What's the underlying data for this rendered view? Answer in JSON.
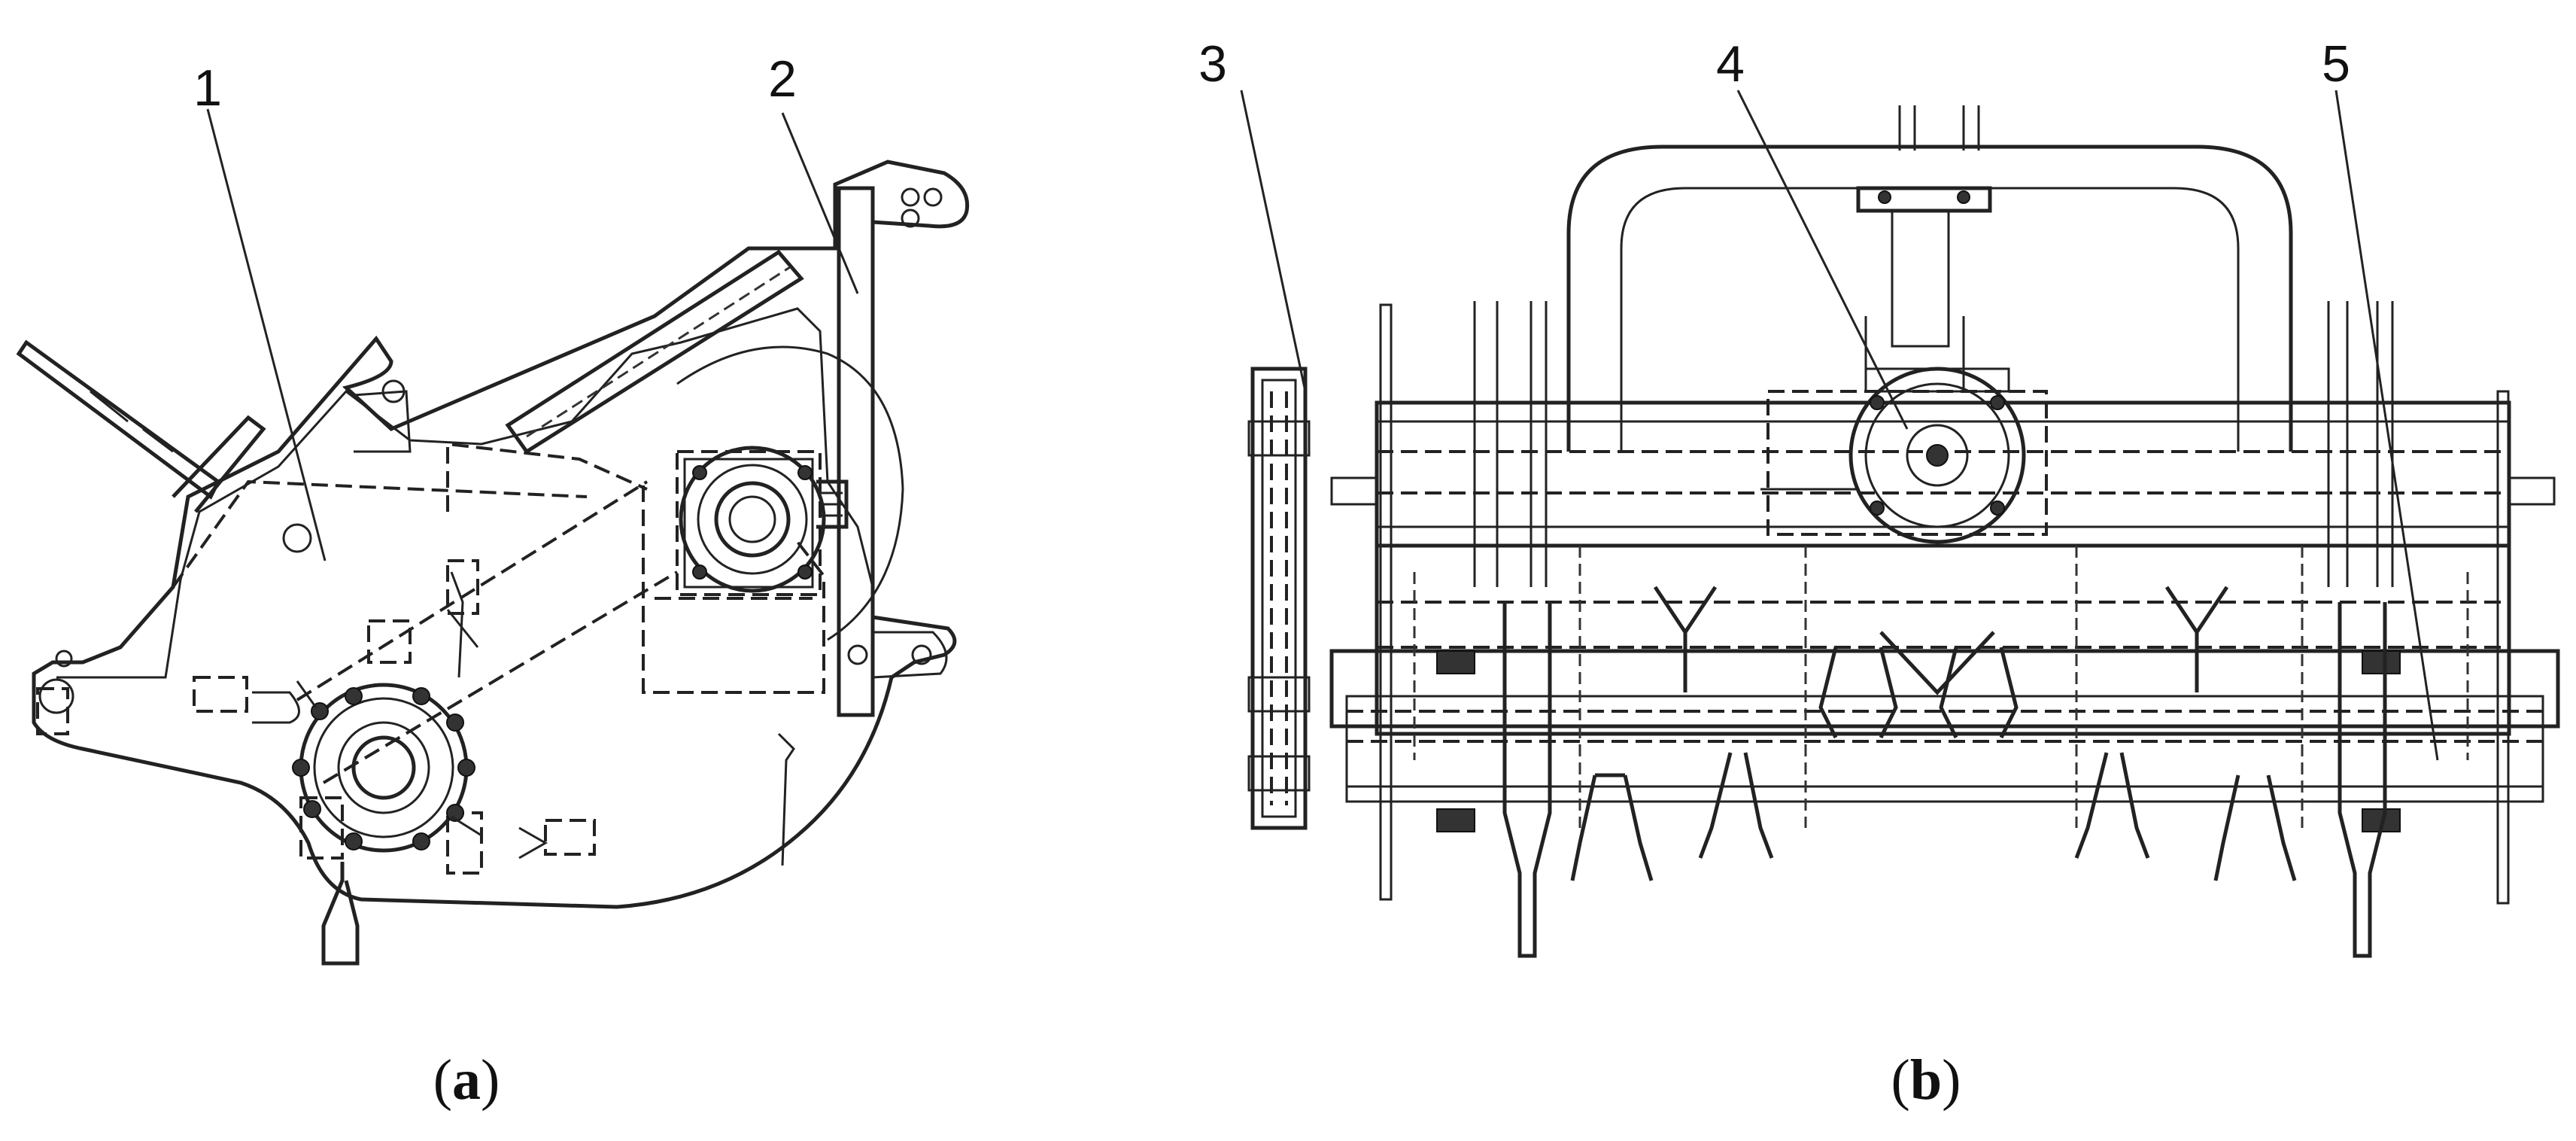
{
  "views": [
    {
      "caption_letter": "a",
      "labels": [
        "1",
        "2"
      ]
    },
    {
      "caption_letter": "b",
      "labels": [
        "3",
        "4",
        "5"
      ]
    }
  ]
}
